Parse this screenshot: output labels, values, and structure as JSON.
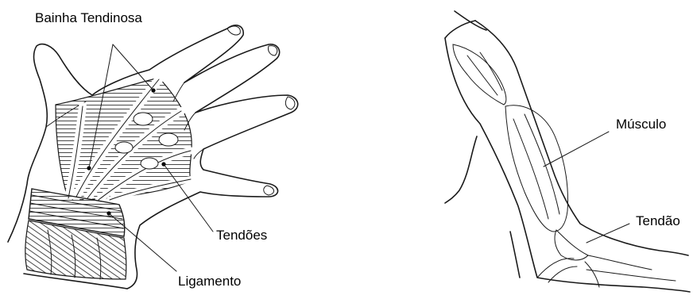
{
  "labels": {
    "tendon_sheath": "Bainha Tendinosa",
    "tendons": "Tendões",
    "ligament": "Ligamento",
    "muscle": "Músculo",
    "tendon": "Tendão"
  },
  "colors": {
    "line": "#1a1a1a",
    "background": "#ffffff"
  }
}
